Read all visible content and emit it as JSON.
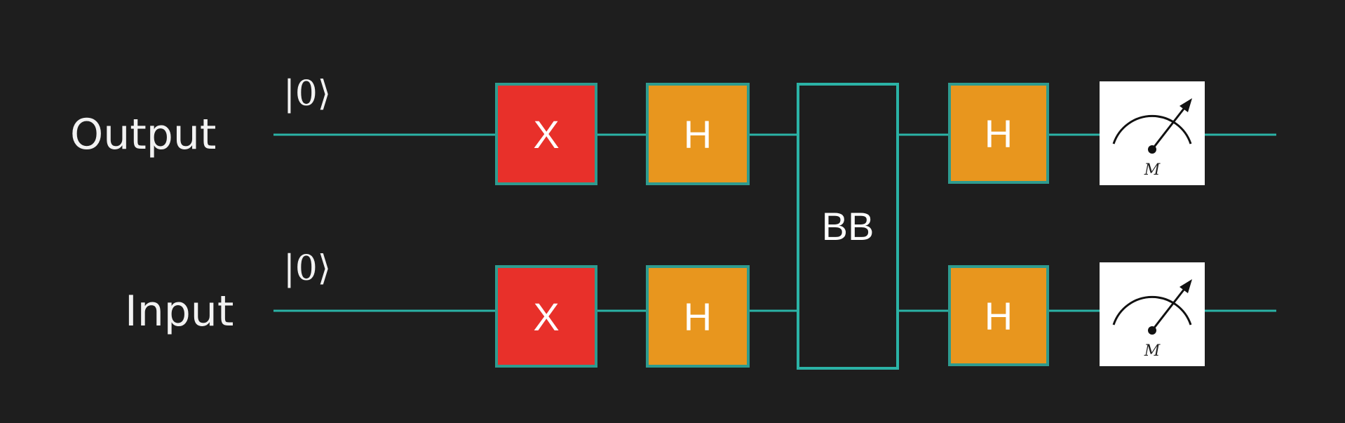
{
  "qubits": [
    {
      "label": "Output",
      "initial_state": "|0⟩"
    },
    {
      "label": "Input",
      "initial_state": "|0⟩"
    }
  ],
  "gates": {
    "x_label": "X",
    "h_label": "H",
    "oracle_label": "BB",
    "measure_label": "M"
  },
  "colors": {
    "background": "#1e1e1e",
    "wire": "#2bb3a6",
    "x_gate": "#e8302a",
    "h_gate": "#e8961e",
    "gate_border": "#2e9b8f",
    "measure_box": "#ffffff"
  }
}
